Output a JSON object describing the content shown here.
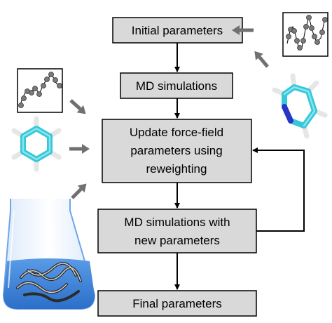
{
  "steps": {
    "initial": "Initial parameters",
    "md": "MD simulations",
    "update": [
      "Update force-field",
      "parameters using",
      "reweighting"
    ],
    "md_new": [
      "MD simulations with",
      "new parameters"
    ],
    "final": "Final parameters"
  },
  "colors": {
    "box_fill": "#d9d9d9",
    "box_stroke": "#000000",
    "side_arrow": "#707070",
    "carbon": "#36c8d8",
    "hydrogen": "#f2f2f2",
    "nitrogen": "#2636c8",
    "liquid": "#3a7fd5",
    "flask_outline": "#6fa6e8"
  },
  "icons": {
    "torsion_plot": "line-plot-icon",
    "benzene": "benzene-molecule-icon",
    "pyridine": "pyridine-molecule-icon",
    "flask": "flask-solution-icon"
  }
}
